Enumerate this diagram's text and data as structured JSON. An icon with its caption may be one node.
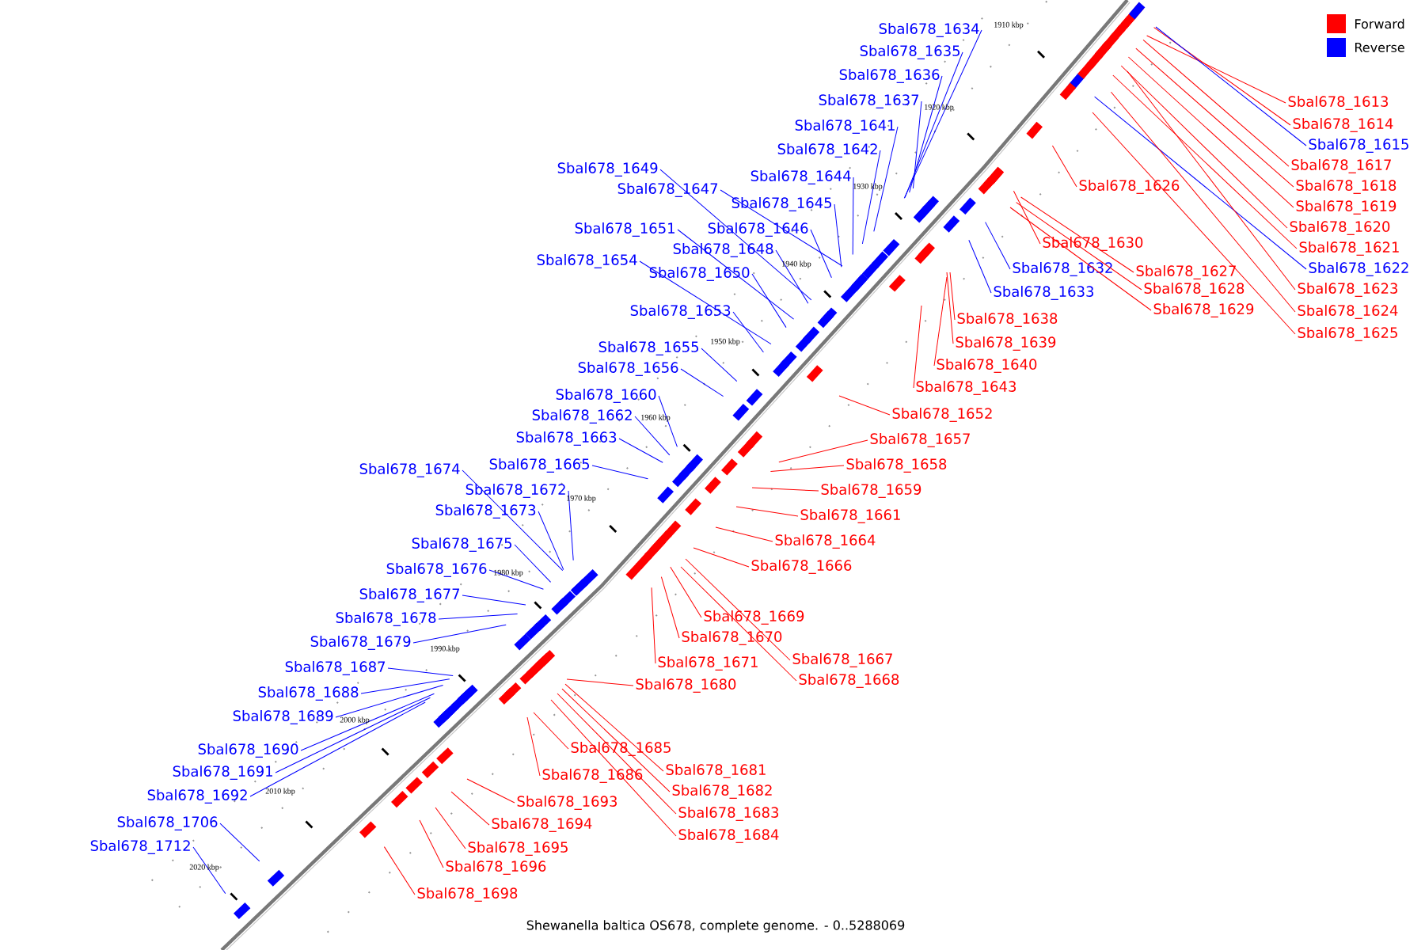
{
  "diagram": {
    "caption": "Shewanella baltica OS678, complete genome. - 0..5288069",
    "nodes": [
      {
        "text": [
          "Sbal678_1613"
        ]
      },
      {
        "text": [
          "Sbal678_1614"
        ]
      },
      {
        "text": [
          "Sbal678_1615"
        ]
      },
      {
        "text": [
          "Sbal678_1617"
        ]
      },
      {
        "text": [
          "Sbal678_1618"
        ]
      },
      {
        "text": [
          "Sbal678_1619"
        ]
      },
      {
        "text": [
          "Sbal678_1620"
        ]
      },
      {
        "text": [
          "Sbal678_1621"
        ]
      },
      {
        "text": [
          "Sbal678_1622"
        ]
      },
      {
        "text": [
          "Sbal678_1623"
        ]
      },
      {
        "text": [
          "Sbal678_1624"
        ]
      },
      {
        "text": [
          "Sbal678_1625"
        ]
      },
      {
        "text": [
          "Sbal678_1626"
        ]
      },
      {
        "text": [
          "Sbal678_1627"
        ]
      },
      {
        "text": [
          "Sbal678_1628"
        ]
      },
      {
        "text": [
          "Sbal678_1629"
        ]
      },
      {
        "text": [
          "Sbal678_1630"
        ]
      },
      {
        "text": [
          "Sbal678_1632"
        ]
      },
      {
        "text": [
          "Sbal678_1633"
        ]
      },
      {
        "text": [
          "Sbal678_1634"
        ]
      },
      {
        "text": [
          "Sbal678_1635"
        ]
      },
      {
        "text": [
          "Sbal678_1636"
        ]
      },
      {
        "text": [
          "Sbal678_1637"
        ]
      },
      {
        "text": [
          "Sbal678_1638"
        ]
      },
      {
        "text": [
          "Sbal678_1639"
        ]
      },
      {
        "text": [
          "Sbal678_1640"
        ]
      },
      {
        "text": [
          "Sbal678_1641"
        ]
      },
      {
        "text": [
          "Sbal678_1642"
        ]
      },
      {
        "text": [
          "Sbal678_1643"
        ]
      },
      {
        "text": [
          "Sbal678_1644"
        ]
      },
      {
        "text": [
          "Sbal678_1645"
        ]
      },
      {
        "text": [
          "Sbal678_1646"
        ]
      },
      {
        "text": [
          "Sbal678_1647"
        ]
      },
      {
        "text": [
          "Sbal678_1648"
        ]
      },
      {
        "text": [
          "Sbal678_1649"
        ]
      },
      {
        "text": [
          "Sbal678_1650"
        ]
      },
      {
        "text": [
          "Sbal678_1651"
        ]
      },
      {
        "text": [
          "Sbal678_1652"
        ]
      },
      {
        "text": [
          "Sbal678_1653"
        ]
      },
      {
        "text": [
          "Sbal678_1654"
        ]
      },
      {
        "text": [
          "Sbal678_1655"
        ]
      },
      {
        "text": [
          "Sbal678_1656"
        ]
      },
      {
        "text": [
          "Sbal678_1657"
        ]
      },
      {
        "text": [
          "Sbal678_1658"
        ]
      },
      {
        "text": [
          "Sbal678_1659"
        ]
      },
      {
        "text": [
          "Sbal678_1660"
        ]
      },
      {
        "text": [
          "Sbal678_1661"
        ]
      },
      {
        "text": [
          "Sbal678_1662"
        ]
      },
      {
        "text": [
          "Sbal678_1663"
        ]
      },
      {
        "text": [
          "Sbal678_1664"
        ]
      },
      {
        "text": [
          "Sbal678_1665"
        ]
      },
      {
        "text": [
          "Sbal678_1666"
        ]
      },
      {
        "text": [
          "Sbal678_1667"
        ]
      },
      {
        "text": [
          "Sbal678_1668"
        ]
      },
      {
        "text": [
          "Sbal678_1669"
        ]
      },
      {
        "text": [
          "Sbal678_1670"
        ]
      },
      {
        "text": [
          "Sbal678_1671"
        ]
      },
      {
        "text": [
          "Sbal678_1672"
        ]
      },
      {
        "text": [
          "Sbal678_1673"
        ]
      },
      {
        "text": [
          "Sbal678_1674"
        ]
      },
      {
        "text": [
          "Sbal678_1675"
        ]
      },
      {
        "text": [
          "Sbal678_1676"
        ]
      },
      {
        "text": [
          "Sbal678_1677"
        ]
      },
      {
        "text": [
          "Sbal678_1678"
        ]
      },
      {
        "text": [
          "Sbal678_1679"
        ]
      },
      {
        "text": [
          "Sbal678_1680"
        ]
      },
      {
        "text": [
          "Sbal678_1681"
        ]
      },
      {
        "text": [
          "Sbal678_1682"
        ]
      },
      {
        "text": [
          "Sbal678_1683"
        ]
      },
      {
        "text": [
          "Sbal678_1684"
        ]
      },
      {
        "text": [
          "Sbal678_1685"
        ]
      },
      {
        "text": [
          "Sbal678_1686"
        ]
      },
      {
        "text": [
          "Sbal678_1687"
        ]
      },
      {
        "text": [
          "Sbal678_1688"
        ]
      },
      {
        "text": [
          "Sbal678_1689"
        ]
      },
      {
        "text": [
          "Sbal678_1690"
        ]
      },
      {
        "text": [
          "Sbal678_1691"
        ]
      },
      {
        "text": [
          "Sbal678_1692"
        ]
      },
      {
        "text": [
          "Sbal678_1693"
        ]
      },
      {
        "text": [
          "Sbal678_1694"
        ]
      },
      {
        "text": [
          "Sbal678_1695"
        ]
      },
      {
        "text": [
          "Sbal678_1696"
        ]
      },
      {
        "text": [
          "Sbal678_1698"
        ]
      },
      {
        "text": [
          "Sbal678_1706"
        ]
      },
      {
        "text": [
          "Sbal678_1712"
        ]
      }
    ],
    "edges": [
      {
        "from": 0,
        "to": null,
        "arrow": "none"
      },
      {
        "from": 1,
        "to": null,
        "arrow": "none"
      },
      {
        "from": 2,
        "to": null,
        "arrow": "none",
        "color": "#0000ff"
      },
      {
        "from": 3,
        "to": null,
        "arrow": "none"
      },
      {
        "from": 4,
        "to": null,
        "arrow": "none"
      },
      {
        "from": 5,
        "to": null,
        "arrow": "none"
      },
      {
        "from": 6,
        "to": null,
        "arrow": "none"
      },
      {
        "from": 7,
        "to": null,
        "arrow": "none"
      },
      {
        "from": 8,
        "to": null,
        "arrow": "none",
        "color": "#0000ff"
      },
      {
        "from": 9,
        "to": null,
        "arrow": "none"
      },
      {
        "from": 10,
        "to": null,
        "arrow": "none"
      },
      {
        "from": 11,
        "to": null,
        "arrow": "none"
      },
      {
        "from": 12,
        "to": null,
        "arrow": "none"
      },
      {
        "from": 13,
        "to": null,
        "arrow": "none"
      },
      {
        "from": 14,
        "to": null,
        "arrow": "none"
      },
      {
        "from": 15,
        "to": null,
        "arrow": "none"
      },
      {
        "from": 16,
        "to": null,
        "arrow": "none"
      },
      {
        "from": 17,
        "to": null,
        "arrow": "none",
        "color": "#0000ff"
      },
      {
        "from": 18,
        "to": null,
        "arrow": "none",
        "color": "#0000ff"
      },
      {
        "from": 19,
        "to": null,
        "arrow": "none",
        "color": "#0000ff"
      },
      {
        "from": 20,
        "to": null,
        "arrow": "none",
        "color": "#0000ff"
      },
      {
        "from": 21,
        "to": null,
        "arrow": "none",
        "color": "#0000ff"
      },
      {
        "from": 22,
        "to": null,
        "arrow": "none",
        "color": "#0000ff"
      },
      {
        "from": 23,
        "to": null,
        "arrow": "none"
      },
      {
        "from": 24,
        "to": null,
        "arrow": "none"
      },
      {
        "from": 25,
        "to": null,
        "arrow": "none"
      },
      {
        "from": 26,
        "to": null,
        "arrow": "none",
        "color": "#0000ff"
      },
      {
        "from": 27,
        "to": null,
        "arrow": "none",
        "color": "#0000ff"
      },
      {
        "from": 28,
        "to": null,
        "arrow": "none"
      },
      {
        "from": 29,
        "to": null,
        "arrow": "none",
        "color": "#0000ff"
      },
      {
        "from": 30,
        "to": null,
        "arrow": "none",
        "color": "#0000ff"
      },
      {
        "from": 31,
        "to": null,
        "arrow": "none",
        "color": "#0000ff"
      },
      {
        "from": 32,
        "to": null,
        "arrow": "none",
        "color": "#0000ff"
      },
      {
        "from": 33,
        "to": null,
        "arrow": "none",
        "color": "#0000ff"
      },
      {
        "from": 34,
        "to": null,
        "arrow": "none",
        "color": "#0000ff"
      },
      {
        "from": 35,
        "to": null,
        "arrow": "none",
        "color": "#0000ff"
      },
      {
        "from": 36,
        "to": null,
        "arrow": "none",
        "color": "#0000ff"
      },
      {
        "from": 37,
        "to": null,
        "arrow": "none"
      },
      {
        "from": 38,
        "to": null,
        "arrow": "none",
        "color": "#0000ff"
      },
      {
        "from": 39,
        "to": null,
        "arrow": "none",
        "color": "#0000ff"
      },
      {
        "from": 40,
        "to": null,
        "arrow": "none",
        "color": "#0000ff"
      },
      {
        "from": 41,
        "to": null,
        "arrow": "none",
        "color": "#0000ff"
      },
      {
        "from": 42,
        "to": null,
        "arrow": "none"
      },
      {
        "from": 43,
        "to": null,
        "arrow": "none"
      },
      {
        "from": 44,
        "to": null,
        "arrow": "none"
      },
      {
        "from": 45,
        "to": null,
        "arrow": "none",
        "color": "#0000ff"
      },
      {
        "from": 46,
        "to": null,
        "arrow": "none"
      },
      {
        "from": 47,
        "to": null,
        "arrow": "none",
        "color": "#0000ff"
      },
      {
        "from": 48,
        "to": null,
        "arrow": "none",
        "color": "#0000ff"
      },
      {
        "from": 49,
        "to": null,
        "arrow": "none"
      },
      {
        "from": 50,
        "to": null,
        "arrow": "none",
        "color": "#0000ff"
      },
      {
        "from": 51,
        "to": null,
        "arrow": "none"
      },
      {
        "from": 52,
        "to": null,
        "arrow": "none"
      },
      {
        "from": 53,
        "to": null,
        "arrow": "none"
      },
      {
        "from": 54,
        "to": null,
        "arrow": "none"
      },
      {
        "from": 55,
        "to": null,
        "arrow": "none"
      },
      {
        "from": 56,
        "to": null,
        "arrow": "none"
      },
      {
        "from": 57,
        "to": null,
        "arrow": "none",
        "color": "#0000ff"
      },
      {
        "from": 58,
        "to": null,
        "arrow": "none",
        "color": "#0000ff"
      },
      {
        "from": 59,
        "to": null,
        "arrow": "none",
        "color": "#0000ff"
      },
      {
        "from": 60,
        "to": null,
        "arrow": "none",
        "color": "#0000ff"
      },
      {
        "from": 61,
        "to": null,
        "arrow": "none",
        "color": "#0000ff"
      },
      {
        "from": 62,
        "to": null,
        "arrow": "none",
        "color": "#0000ff"
      },
      {
        "from": 63,
        "to": null,
        "arrow": "none",
        "color": "#0000ff"
      },
      {
        "from": 64,
        "to": null,
        "arrow": "none",
        "color": "#0000ff"
      },
      {
        "from": 65,
        "to": null,
        "arrow": "none"
      },
      {
        "from": 66,
        "to": null,
        "arrow": "none"
      },
      {
        "from": 67,
        "to": null,
        "arrow": "none"
      },
      {
        "from": 68,
        "to": null,
        "arrow": "none"
      },
      {
        "from": 69,
        "to": null,
        "arrow": "none"
      },
      {
        "from": 70,
        "to": null,
        "arrow": "none"
      },
      {
        "from": 71,
        "to": null,
        "arrow": "none"
      },
      {
        "from": 72,
        "to": null,
        "arrow": "none",
        "color": "#0000ff"
      },
      {
        "from": 73,
        "to": null,
        "arrow": "none",
        "color": "#0000ff"
      },
      {
        "from": 74,
        "to": null,
        "arrow": "none",
        "color": "#0000ff"
      },
      {
        "from": 75,
        "to": null,
        "arrow": "none",
        "color": "#0000ff"
      },
      {
        "from": 76,
        "to": null,
        "arrow": "none",
        "color": "#0000ff"
      },
      {
        "from": 77,
        "to": null,
        "arrow": "none",
        "color": "#0000ff"
      },
      {
        "from": 78,
        "to": null,
        "arrow": "none"
      },
      {
        "from": 79,
        "to": null,
        "arrow": "none"
      },
      {
        "from": 80,
        "to": null,
        "arrow": "none"
      },
      {
        "from": 81,
        "to": null,
        "arrow": "none"
      },
      {
        "from": 82,
        "to": null,
        "arrow": "none"
      },
      {
        "from": 83,
        "to": null,
        "arrow": "none",
        "color": "#0000ff"
      },
      {
        "from": 84,
        "to": null,
        "arrow": "none",
        "color": "#0000ff"
      }
    ],
    "labels": [
      "1910 kbp",
      "1920 kbp",
      "1930 kbp",
      "1940 kbp",
      "1950 kbp",
      "1960 kbp",
      "1970 kbp",
      "1980 kbp",
      "1990 kbp",
      "2000 kbp",
      "2010 kbp",
      "2020 kbp"
    ],
    "legend": [
      {
        "text": "Forward",
        "color": "#ff0000"
      },
      {
        "text": "Reverse",
        "color": "#0000ff"
      }
    ]
  }
}
